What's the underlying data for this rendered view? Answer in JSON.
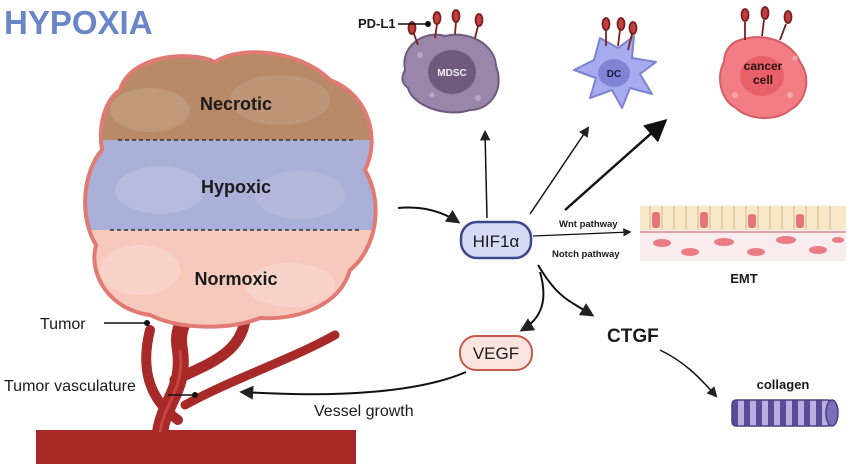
{
  "title": "HYPOXIA",
  "zones": {
    "necrotic": "Necrotic",
    "hypoxic": "Hypoxic",
    "normoxic": "Normoxic"
  },
  "labels": {
    "tumor": "Tumor",
    "tumor_vasculature": "Tumor vasculature",
    "vessel_growth": "Vessel growth",
    "pd_l1": "PD-L1"
  },
  "cells": {
    "mdsc": "MDSC",
    "dc": "DC",
    "cancer_line1": "cancer",
    "cancer_line2": "cell"
  },
  "nodes": {
    "hif1a": "HIF1α",
    "vegf": "VEGF",
    "ctgf": "CTGF",
    "collagen": "collagen",
    "emt": "EMT"
  },
  "pathways": {
    "wnt": "Wnt pathway",
    "notch": "Notch pathway"
  },
  "colors": {
    "title": "#6a86c8",
    "necrotic": "#b88a68",
    "hypoxic": "#aab0d8",
    "normoxic": "#f7c8bc",
    "tumor_outline": "#e07a72",
    "vessel": "#a82a28",
    "hif_fill": "#d6dcf5",
    "hif_stroke": "#384a8a",
    "vegf_fill": "#fbe3df",
    "vegf_stroke": "#c55a50",
    "mdsc": "#9a86a8",
    "dc": "#a7acf0",
    "cancer": "#f27d84",
    "collagen": "#6b5fa8"
  }
}
